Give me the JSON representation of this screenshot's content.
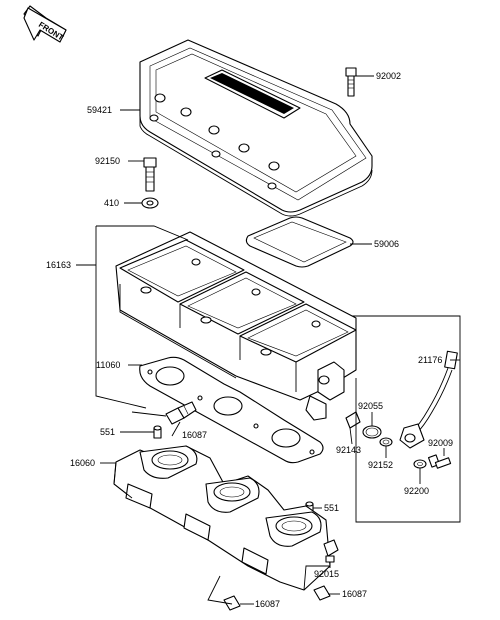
{
  "front_arrow": {
    "text": "FRONT"
  },
  "labels": {
    "p92002": "92002",
    "p59421": "59421",
    "p92150": "92150",
    "p410": "410",
    "p59006": "59006",
    "p16163": "16163",
    "p21176": "21176",
    "p11060": "11060",
    "p92055": "92055",
    "p551a": "551",
    "p16087a": "16087",
    "p92143": "92143",
    "p92152": "92152",
    "p92009": "92009",
    "p16060": "16060",
    "p92200": "92200",
    "p551b": "551",
    "p92015": "92015",
    "p16087b": "16087",
    "p16087c": "16087"
  }
}
